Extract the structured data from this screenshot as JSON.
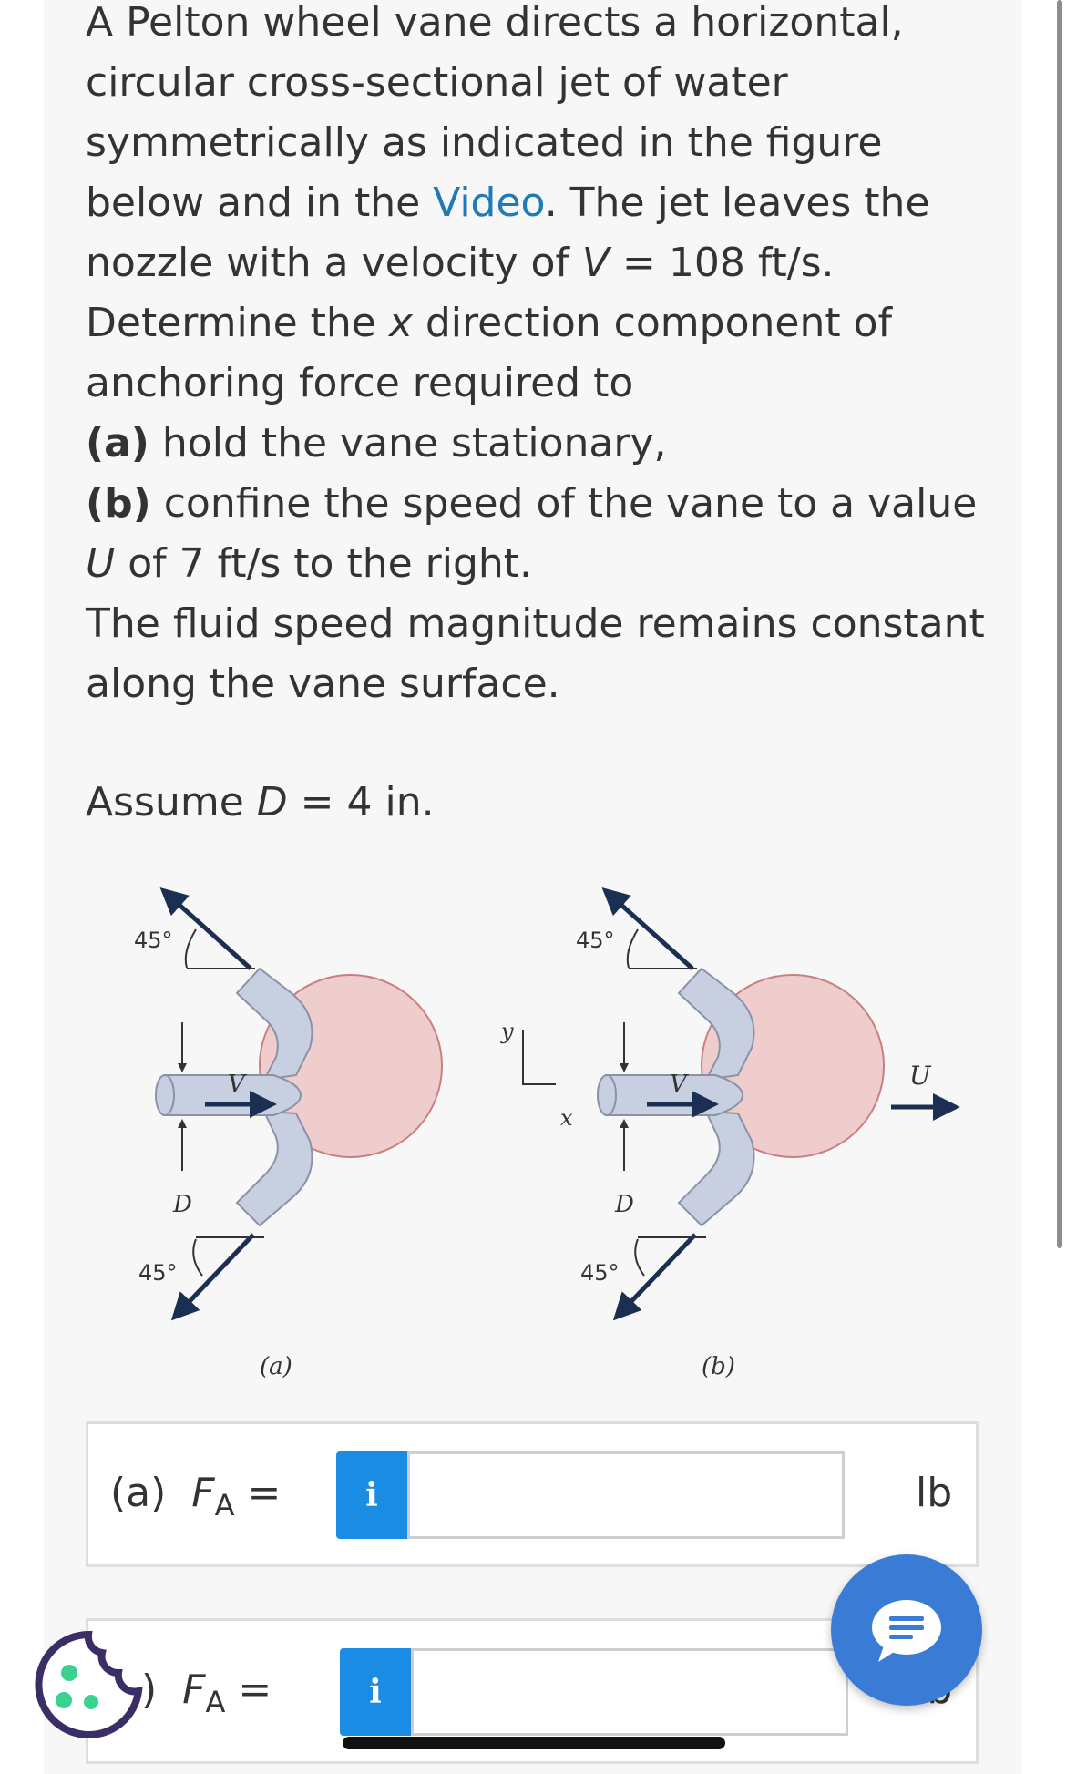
{
  "problem": {
    "intro": "A Pelton wheel vane directs a horizontal, circular cross-sectional jet of water symmetrically as indicated in the figure below and in the ",
    "link": "Video",
    "text1": ". The jet leaves the nozzle with a velocity of ",
    "v_var": "V",
    "text2": " = 108 ft/s. Determine the ",
    "x_var": "x",
    "text3": " direction component of anchoring force required to",
    "part_a_label": "(a)",
    "part_a_text": " hold the vane stationary,",
    "part_b_label": "(b)",
    "part_b_text1": " confine the speed of the vane to a value ",
    "u_var": "U",
    "part_b_text2": " of 7 ft/s to the right.",
    "speed_note": "The fluid speed magnitude remains constant along the vane surface."
  },
  "assume": {
    "prefix": "Assume ",
    "var": "D",
    "suffix": " = 4 in."
  },
  "figure": {
    "angle_label": "45°",
    "velocity_label": "V",
    "diameter_label": "D",
    "y_label": "y",
    "x_label": "x",
    "vane_speed_label": "U",
    "caption_a": "(a)",
    "caption_b": "(b)",
    "colors": {
      "jet": "#c8cfe1",
      "wheel": "#f0cdcd",
      "arrow": "#1a2f52"
    }
  },
  "answers": [
    {
      "label_prefix": "(a)",
      "symbol": "F",
      "subscript": "A",
      "equals": "=",
      "info_icon": "i",
      "value": "",
      "unit": "lb"
    },
    {
      "label_prefix": ")",
      "symbol": "F",
      "subscript": "A",
      "equals": "=",
      "info_icon": "i",
      "value": "",
      "unit": "lb"
    }
  ],
  "icons": [
    "chat-icon",
    "cookie-icon",
    "info-icon"
  ]
}
